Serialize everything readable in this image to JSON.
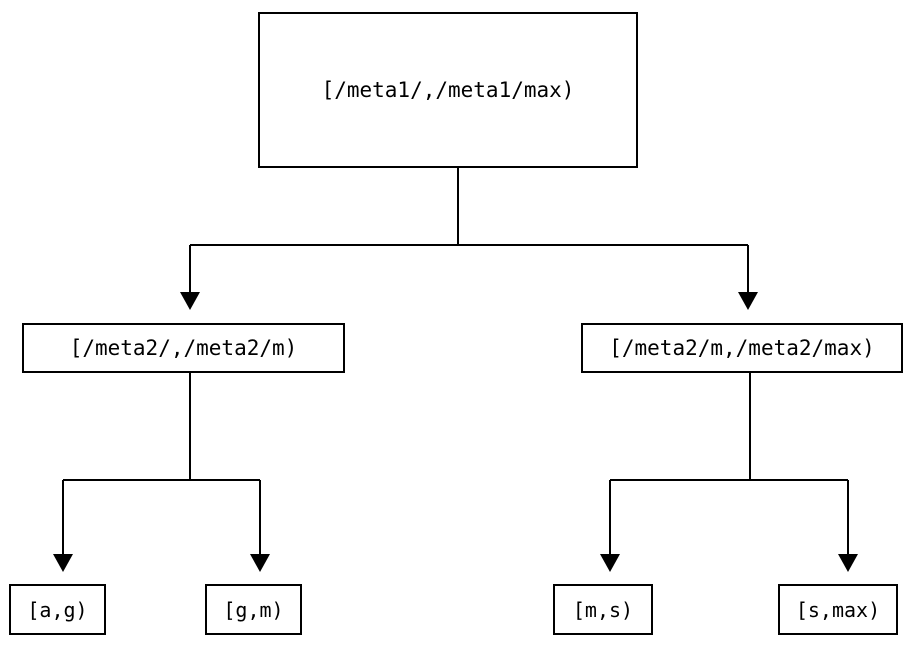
{
  "diagram": {
    "type": "tree",
    "title": "",
    "background_color": "#ffffff",
    "stroke_color": "#000000",
    "stroke_width": 2,
    "nodes": {
      "root": {
        "label": "[/meta1/,/meta1/max)"
      },
      "mid_left": {
        "label": "[/meta2/,/meta2/m)"
      },
      "mid_right": {
        "label": "[/meta2/m,/meta2/max)"
      },
      "leaf_a_g": {
        "label": "[a,g)"
      },
      "leaf_g_m": {
        "label": "[g,m)"
      },
      "leaf_m_s": {
        "label": "[m,s)"
      },
      "leaf_s_max": {
        "label": "[s,max)"
      }
    },
    "edges": [
      {
        "from": "root",
        "to": "mid_left",
        "arrow": "down"
      },
      {
        "from": "root",
        "to": "mid_right",
        "arrow": "down"
      },
      {
        "from": "mid_left",
        "to": "leaf_a_g",
        "arrow": "down"
      },
      {
        "from": "mid_left",
        "to": "leaf_g_m",
        "arrow": "down"
      },
      {
        "from": "mid_right",
        "to": "leaf_m_s",
        "arrow": "down"
      },
      {
        "from": "mid_right",
        "to": "leaf_s_max",
        "arrow": "down"
      }
    ]
  }
}
